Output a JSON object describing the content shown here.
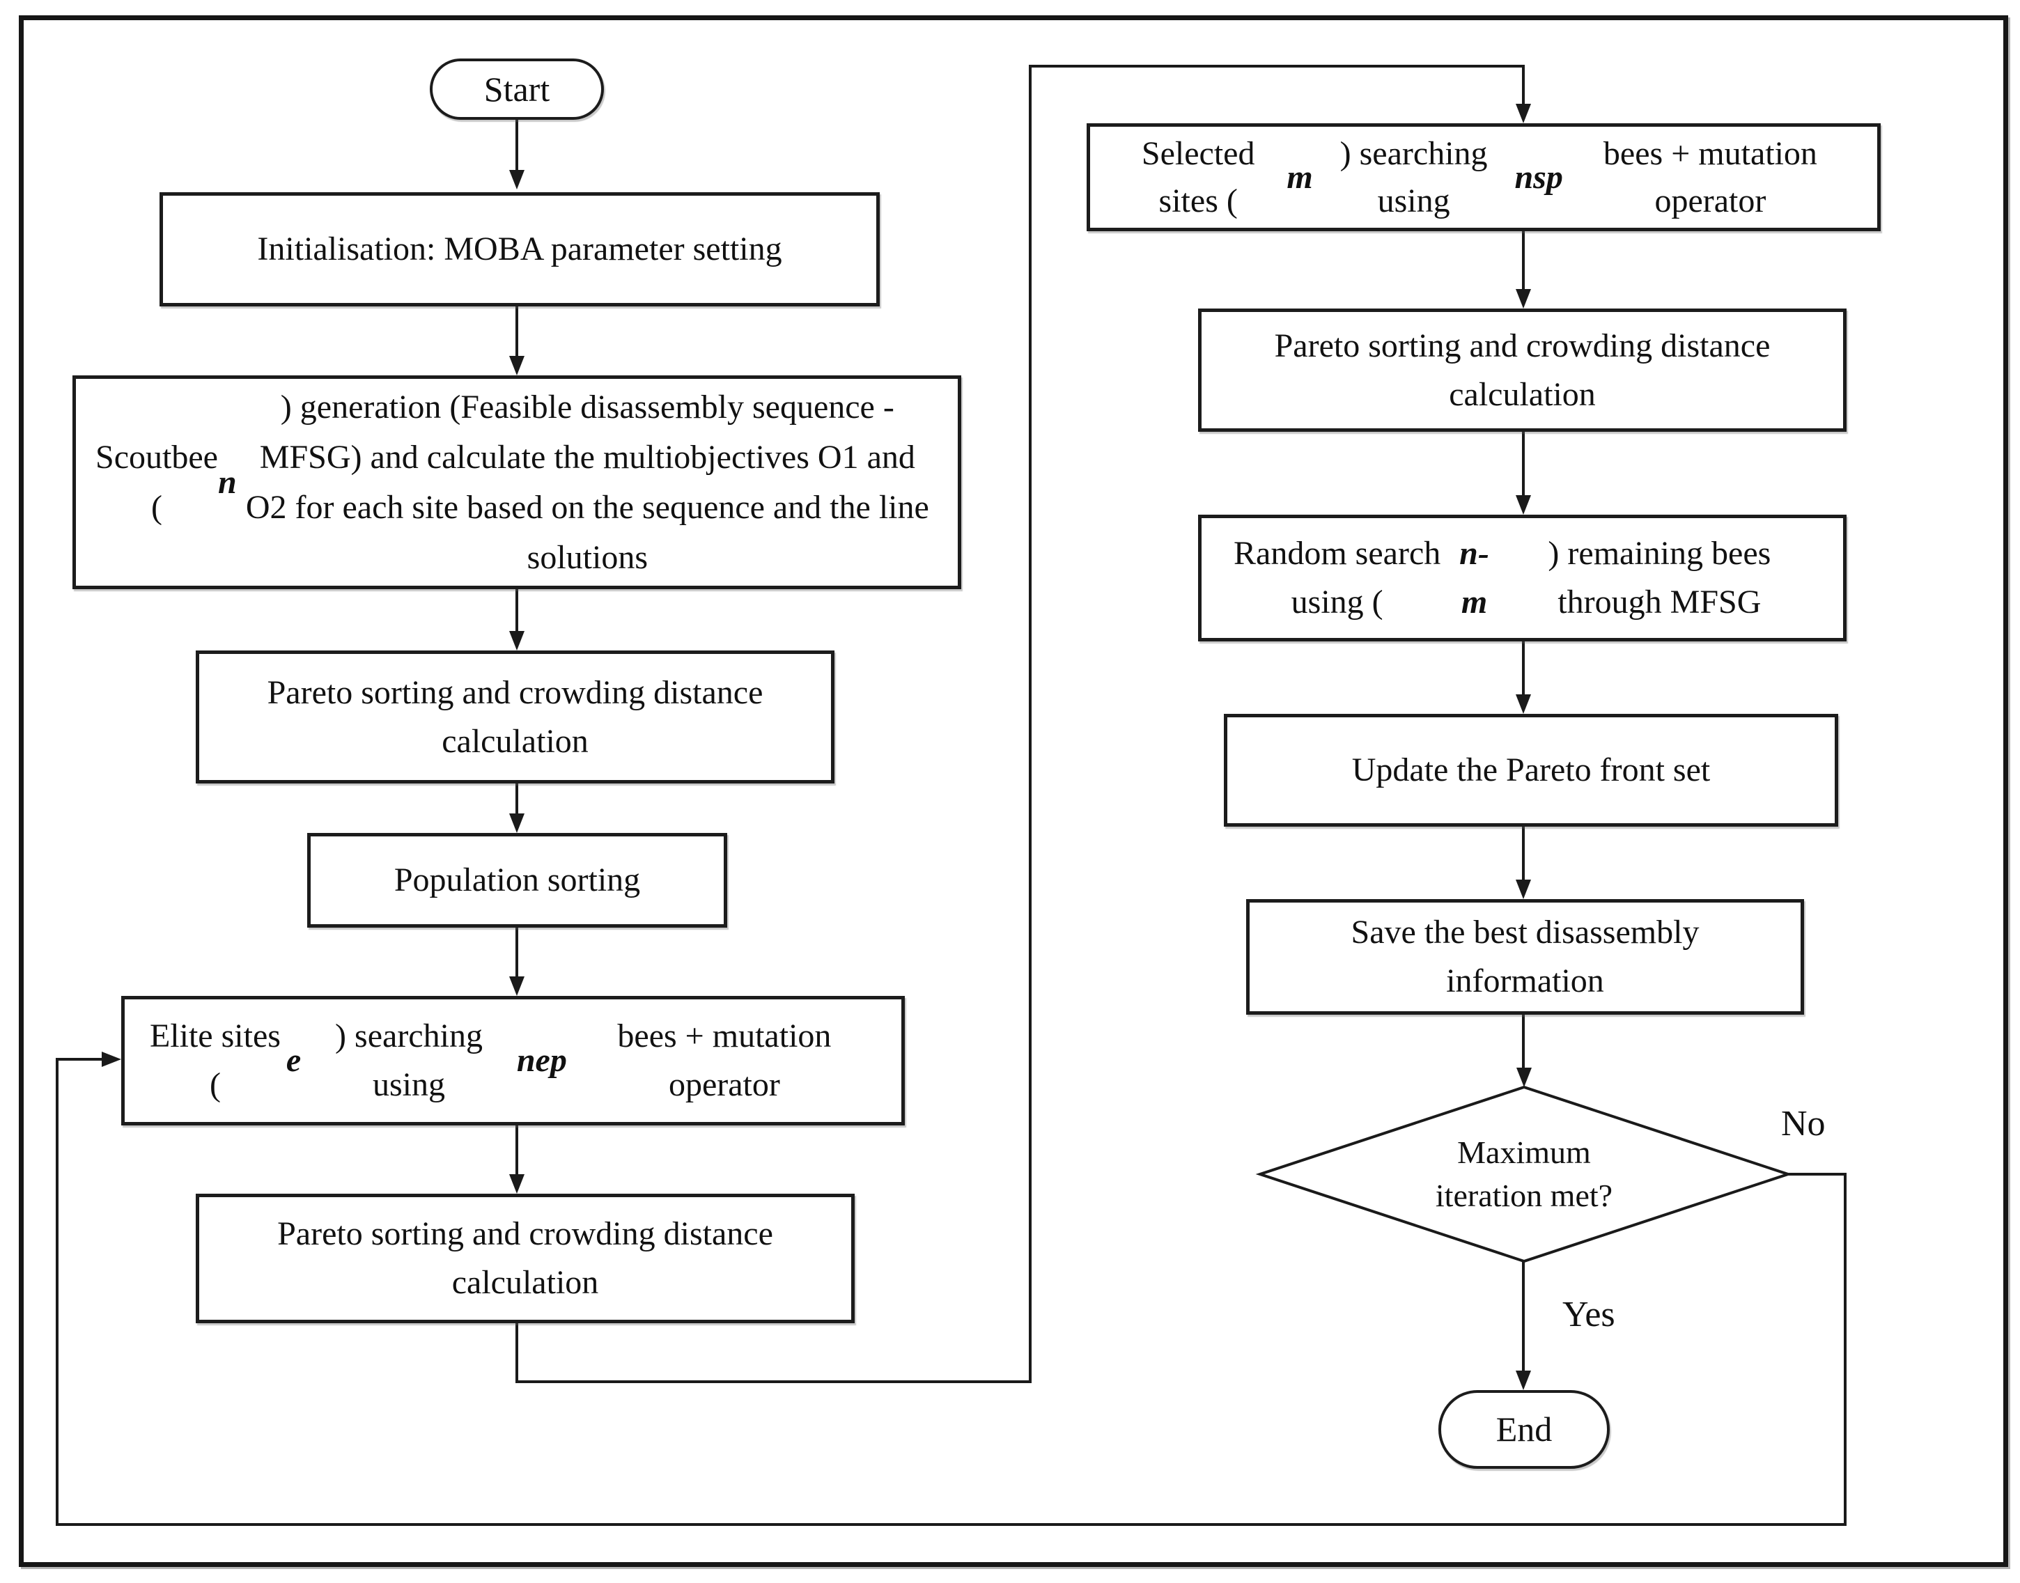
{
  "diagram": {
    "type": "flowchart",
    "background": "#ffffff",
    "line_color": "#1a1a1a",
    "nodes": {
      "start": {
        "shape": "terminal",
        "parts": [
          {
            "t": "Start"
          }
        ]
      },
      "init": {
        "shape": "process",
        "parts": [
          {
            "t": "Initialisation: MOBA parameter setting"
          }
        ]
      },
      "scoutbee": {
        "shape": "process",
        "parts": [
          {
            "t": "Scoutbee ("
          },
          {
            "t": "n",
            "em": true
          },
          {
            "t": ") generation (Feasible disassembly sequence - MFSG) and calculate the multiobjectives O1 and O2 for each site based on the sequence and the line solutions"
          }
        ]
      },
      "pareto1": {
        "shape": "process",
        "parts": [
          {
            "t": "Pareto sorting and crowding distance calculation"
          }
        ]
      },
      "population": {
        "shape": "process",
        "parts": [
          {
            "t": "Population sorting"
          }
        ]
      },
      "elite": {
        "shape": "process",
        "parts": [
          {
            "t": "Elite sites ("
          },
          {
            "t": "e",
            "em": true
          },
          {
            "t": ") searching using "
          },
          {
            "t": "nep",
            "em": true
          },
          {
            "t": " bees + mutation operator"
          }
        ]
      },
      "pareto2": {
        "shape": "process",
        "parts": [
          {
            "t": "Pareto sorting and crowding distance calculation"
          }
        ]
      },
      "selected": {
        "shape": "process",
        "parts": [
          {
            "t": "Selected sites ("
          },
          {
            "t": "m",
            "em": true
          },
          {
            "t": ") searching using "
          },
          {
            "t": "nsp",
            "em": true
          },
          {
            "t": " bees + mutation operator"
          }
        ]
      },
      "pareto3": {
        "shape": "process",
        "parts": [
          {
            "t": "Pareto sorting and crowding distance calculation"
          }
        ]
      },
      "random": {
        "shape": "process",
        "parts": [
          {
            "t": "Random search using ("
          },
          {
            "t": "n-m",
            "em": true
          },
          {
            "t": ") remaining bees through MFSG"
          }
        ]
      },
      "update": {
        "shape": "process",
        "parts": [
          {
            "t": "Update the Pareto front set"
          }
        ]
      },
      "save": {
        "shape": "process",
        "parts": [
          {
            "t": "Save the best disassembly information"
          }
        ]
      },
      "decision": {
        "shape": "decision",
        "parts": [
          {
            "t": "Maximum iteration met?"
          }
        ]
      },
      "end": {
        "shape": "terminal",
        "parts": [
          {
            "t": "End"
          }
        ]
      }
    },
    "edge_labels": {
      "no": "No",
      "yes": "Yes"
    }
  }
}
